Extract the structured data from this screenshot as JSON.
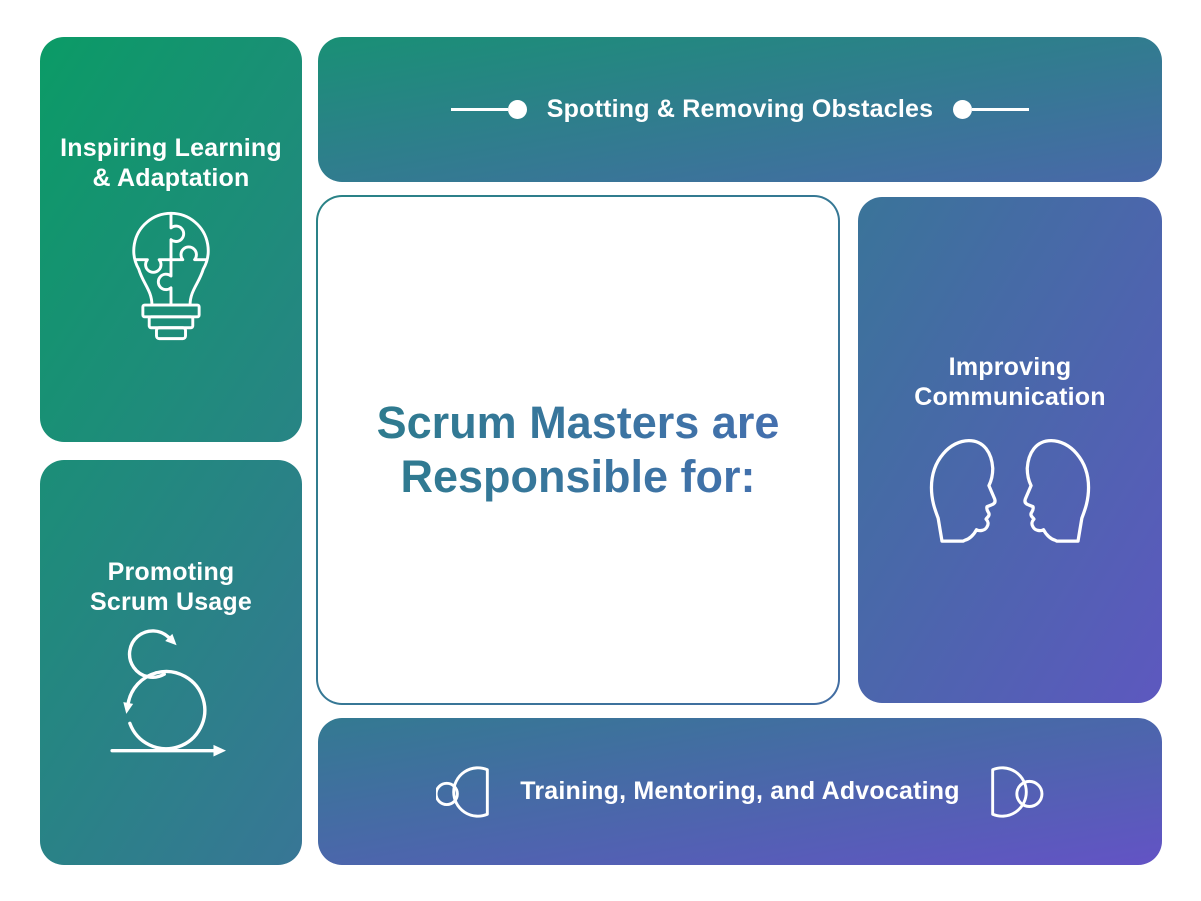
{
  "canvas": {
    "background": "#FFFFFF",
    "text_color": "#FFFFFF"
  },
  "center_card": {
    "title_line1": "Scrum Masters are",
    "title_line2": "Responsible for:",
    "title_gradient_start": "#2E7B8E",
    "title_gradient_end": "#4470AE",
    "border_gradient_start": "#298386",
    "border_gradient_end": "#436DA3",
    "background": "#FFFFFF"
  },
  "panels": {
    "inspiring": {
      "line1": "Inspiring Learning",
      "line2": "& Adaptation",
      "icon": "lightbulb-puzzle-icon",
      "gradient_start": "#0B9B66",
      "gradient_end": "#288485"
    },
    "obstacles": {
      "label": "Spotting & Removing Obstacles",
      "icon_left": "line-dot-icon",
      "icon_right": "dot-line-icon",
      "gradient_start": "#199075",
      "gradient_end": "#4968A9"
    },
    "improving": {
      "line1": "Improving",
      "line2": "Communication",
      "icon": "facing-heads-icon",
      "gradient_start": "#3A7499",
      "gradient_end": "#5D58BF"
    },
    "promoting": {
      "line1": "Promoting",
      "line2": "Scrum Usage",
      "icon": "scrum-sprint-loop-icon",
      "gradient_start": "#1B8E77",
      "gradient_end": "#387696"
    },
    "training": {
      "label": "Training, Mentoring, and Advocating",
      "icon_left": "circle-halfdisc-icon",
      "icon_right": "halfdisc-circle-icon",
      "gradient_start": "#337A91",
      "gradient_end": "#6353C5"
    }
  }
}
